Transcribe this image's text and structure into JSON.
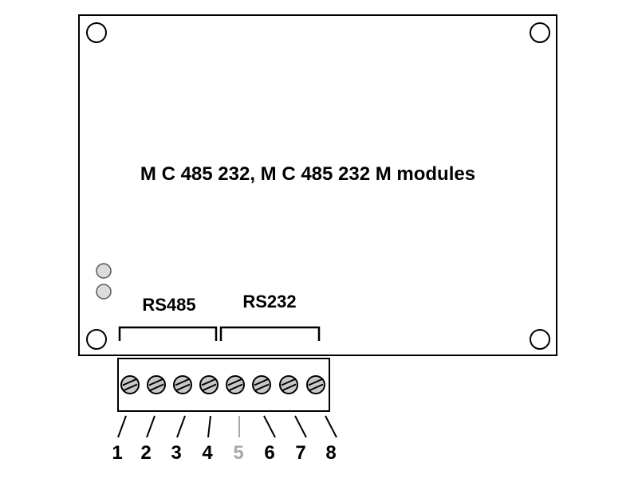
{
  "title": "M C 485 232, M C 485 232 M modules",
  "groups": {
    "rs485": "RS485",
    "rs232": "RS232"
  },
  "terminals": [
    {
      "label": "1",
      "color": "#000000"
    },
    {
      "label": "2",
      "color": "#000000"
    },
    {
      "label": "3",
      "color": "#000000"
    },
    {
      "label": "4",
      "color": "#000000"
    },
    {
      "label": "5",
      "color": "#a8a8a8"
    },
    {
      "label": "6",
      "color": "#000000"
    },
    {
      "label": "7",
      "color": "#000000"
    },
    {
      "label": "8",
      "color": "#000000"
    }
  ],
  "colors": {
    "line": "#000000",
    "led_fill": "#dcdcdc",
    "screw_fill": "#c8c8c8",
    "dim": "#a8a8a8"
  }
}
